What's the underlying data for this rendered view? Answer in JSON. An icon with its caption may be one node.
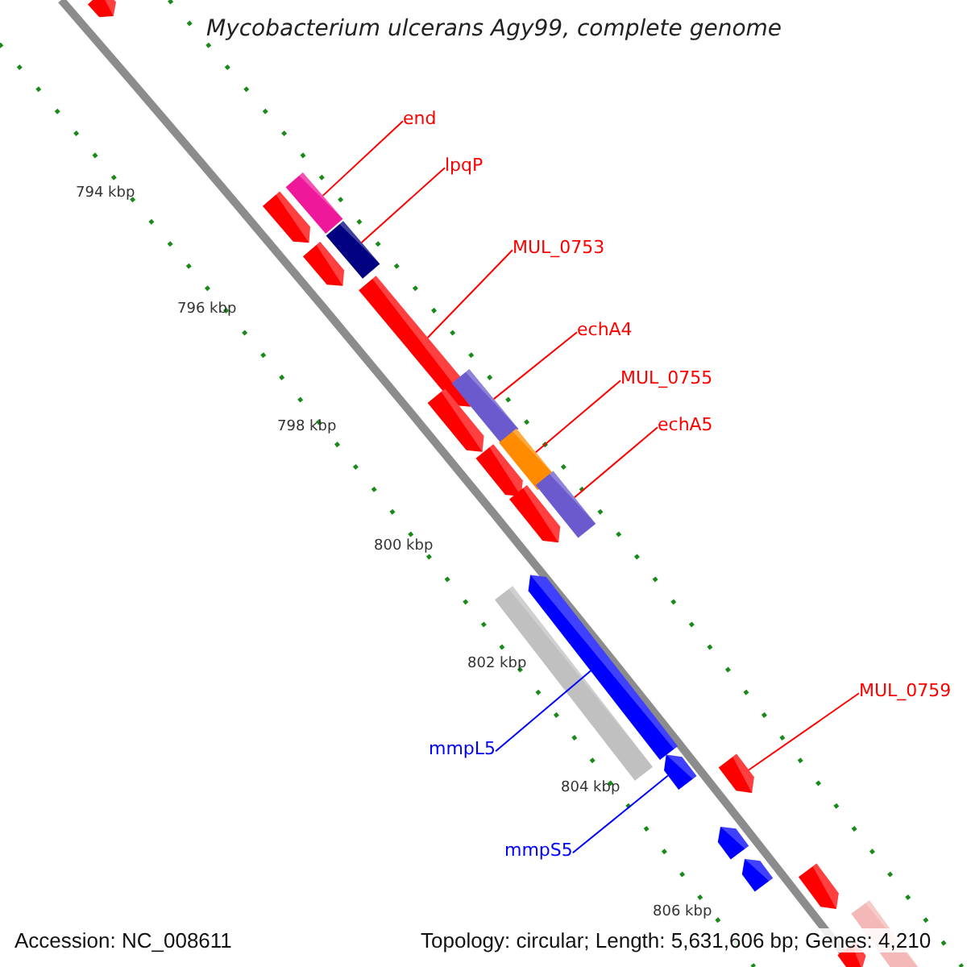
{
  "diagram": {
    "title": "Mycobacterium ulcerans Agy99, complete genome",
    "nodes": [
      {
        "text": [
          "end"
        ]
      },
      {
        "text": [
          "lpqP"
        ]
      },
      {
        "text": [
          "MUL_0753"
        ]
      },
      {
        "text": [
          "echA4"
        ]
      },
      {
        "text": [
          "MUL_0755"
        ]
      },
      {
        "text": [
          "echA5"
        ]
      },
      {
        "text": [
          "MUL_0759"
        ]
      },
      {
        "text": [
          "mmpL5"
        ]
      },
      {
        "text": [
          "mmpS5"
        ]
      },
      {
        "text": [],
        "shape": "pentagon"
      },
      {
        "text": [],
        "shape": "bar"
      },
      {
        "text": [],
        "shape": "pentagon"
      },
      {
        "text": [],
        "shape": "bar"
      },
      {
        "text": [],
        "shape": "pentagon"
      },
      {
        "text": [],
        "shape": "pentagon"
      },
      {
        "text": [],
        "shape": "bar"
      },
      {
        "text": [],
        "shape": "pentagon"
      },
      {
        "text": [],
        "shape": "bar"
      },
      {
        "text": [],
        "shape": "pentagon"
      },
      {
        "text": [],
        "shape": "bar"
      },
      {
        "text": [],
        "shape": "pentagon"
      },
      {
        "text": [],
        "shape": "bar"
      },
      {
        "text": [],
        "shape": "pentagon"
      },
      {
        "text": [],
        "shape": "pentagon"
      },
      {
        "text": [],
        "shape": "pentagon"
      },
      {
        "text": [],
        "shape": "pentagon"
      },
      {
        "text": [],
        "shape": "pentagon"
      },
      {
        "text": [],
        "shape": "pentagon"
      },
      {
        "text": [],
        "shape": "bar"
      },
      {
        "text": [],
        "shape": "pentagon"
      }
    ],
    "edges": [
      {
        "from": 0,
        "to": 10,
        "arrow": "none"
      },
      {
        "from": 1,
        "to": 12,
        "arrow": "none"
      },
      {
        "from": 2,
        "to": 14,
        "arrow": "none"
      },
      {
        "from": 3,
        "to": 15,
        "arrow": "none"
      },
      {
        "from": 4,
        "to": 17,
        "arrow": "none"
      },
      {
        "from": 5,
        "to": 19,
        "arrow": "none"
      },
      {
        "from": 6,
        "to": 24,
        "arrow": "none"
      },
      {
        "from": 7,
        "to": 22,
        "arrow": "none",
        "color": "#0000ff"
      },
      {
        "from": 8,
        "to": 23,
        "arrow": "none",
        "color": "#0000ff"
      }
    ],
    "labels": [
      "794 kbp",
      "796 kbp",
      "798 kbp",
      "800 kbp",
      "802 kbp",
      "804 kbp",
      "806 kbp",
      "Accession: NC_008611",
      "Topology: circular; Length: 5,631,606 bp; Genes: 4,210"
    ]
  }
}
